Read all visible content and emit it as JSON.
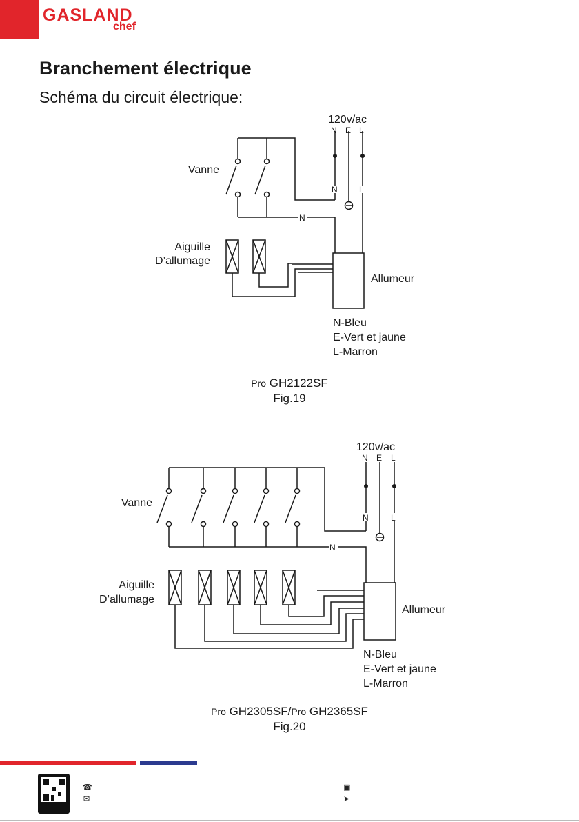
{
  "logo": {
    "text_main": "GASLAND",
    "text_sub": "chef"
  },
  "page": {
    "title": "Branchement électrique",
    "subtitle": "Schéma du circuit électrique:"
  },
  "colors": {
    "brand_red": "#e1252b",
    "brand_blue": "#2b3a8f"
  },
  "figure1": {
    "supply": "120v/ac",
    "terminals": [
      "N",
      "E",
      "L"
    ],
    "terminal_lower_n": "N",
    "terminal_lower_l": "L",
    "neutral_label": "N",
    "valve_label": "Vanne",
    "needle_label_1": "Aiguille",
    "needle_label_2": "D’allumage",
    "igniter_label": "Allumeur",
    "legend": [
      "N-Bleu",
      "E-Vert et jaune",
      "L-Marron"
    ],
    "caption_prefix": "Pro",
    "caption_model": " GH2122SF",
    "caption_fig": "Fig.19",
    "valve_count": 2
  },
  "figure2": {
    "supply": "120v/ac",
    "terminals": [
      "N",
      "E",
      "L"
    ],
    "terminal_lower_n": "N",
    "terminal_lower_l": "L",
    "neutral_label": "N",
    "valve_label": "Vanne",
    "needle_label_1": "Aiguille",
    "needle_label_2": "D’allumage",
    "igniter_label": "Allumeur",
    "legend": [
      "N-Bleu",
      "E-Vert et jaune",
      "L-Marron"
    ],
    "caption_prefix_1": "Pro",
    "caption_model_1": " GH2305SF/",
    "caption_prefix_2": "Pro",
    "caption_model_2": " GH2365SF",
    "caption_fig": "Fig.20",
    "valve_count": 5
  },
  "footer": {
    "icons": [
      "qr-code-icon",
      "phone-icon",
      "mail-icon",
      "cart-icon",
      "location-arrow-icon"
    ]
  }
}
